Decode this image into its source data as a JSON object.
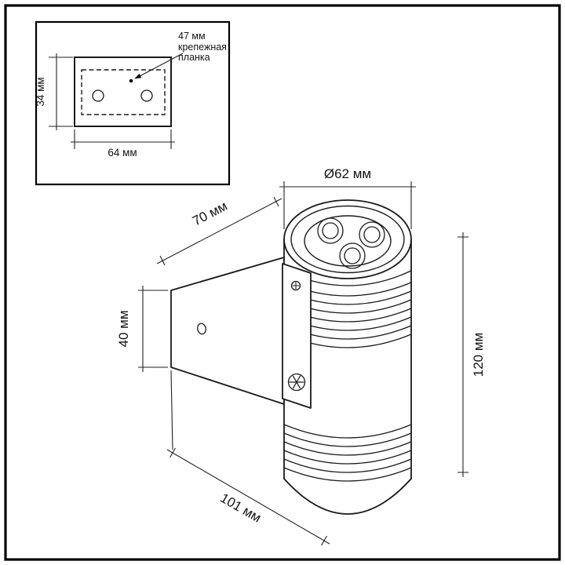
{
  "inset": {
    "callout_value": "47 мм",
    "callout_line1": "крепежная",
    "callout_line2": "планка",
    "height": "34 мм",
    "width": "64 мм"
  },
  "dims": {
    "diameter": "Ø62 мм",
    "top_depth": "70 мм",
    "bracket_height": "40 мм",
    "body_height": "120 мм",
    "total_depth": "101 мм"
  }
}
